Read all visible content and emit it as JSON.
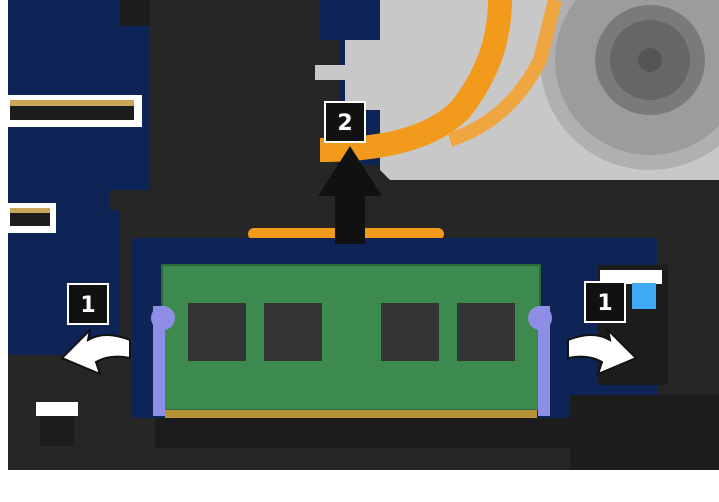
{
  "diagram": {
    "steps": {
      "release_latch_left": "1",
      "release_latch_right": "1",
      "lift_module": "2"
    },
    "colors": {
      "board_blue": "#0e2456",
      "chassis_dark": "#262626",
      "dimm_green": "#3d8a4f",
      "dram_chip": "#343434",
      "latch_purple": "#8f8ee6",
      "heatpipe_orange": "#f19a1c",
      "heatsink_gray": "#c8c8c8",
      "callout_black": "#111111",
      "arrow_fill": "#ffffff",
      "connector_cyan": "#3fa9f5"
    },
    "icons": [
      "fan-icon",
      "arrow-up-icon",
      "arrow-left-icon",
      "arrow-right-icon"
    ]
  }
}
